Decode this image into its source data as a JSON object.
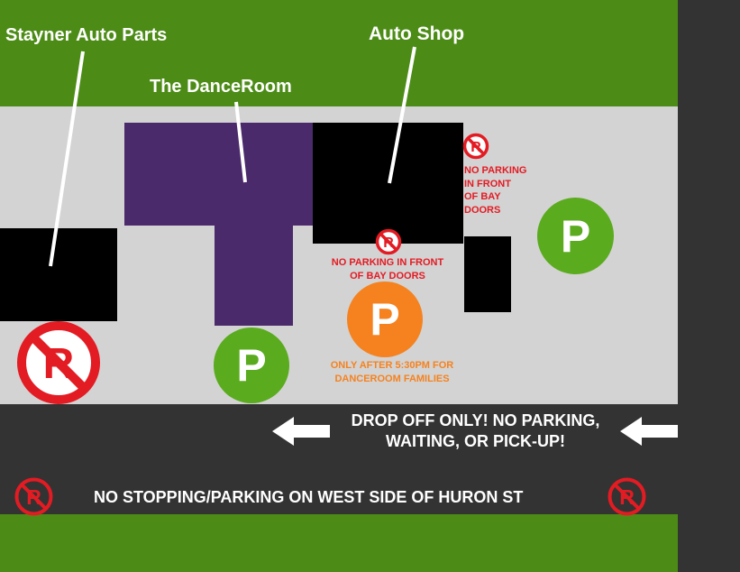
{
  "labels": {
    "stayner": "Stayner Auto Parts",
    "danceroom": "The DanceRoom",
    "autoshop": "Auto Shop"
  },
  "notices": {
    "bay_doors_right": [
      "NO PARKING",
      "IN FRONT",
      "OF BAY",
      "DOORS"
    ],
    "bay_doors_center": [
      "NO PARKING IN FRONT",
      "OF BAY DOORS"
    ],
    "after_hours": [
      "ONLY AFTER 5:30PM FOR",
      "DANCEROOM FAMILIES"
    ],
    "drop_off": [
      "DROP OFF ONLY! NO PARKING,",
      "WAITING, OR PICK-UP!"
    ],
    "no_stopping": "NO STOPPING/PARKING ON WEST SIDE OF HURON ST"
  },
  "signs": {
    "parking_letter": "P",
    "no_parking_letter": "R"
  },
  "colors": {
    "grass": "#4c8c16",
    "lot": "#d3d3d3",
    "road": "#333333",
    "building": "#000000",
    "danceroom": "#4b2a6b",
    "parking_green": "#5aab1e",
    "parking_orange": "#f5821f",
    "no_parking_red": "#e31b23"
  }
}
